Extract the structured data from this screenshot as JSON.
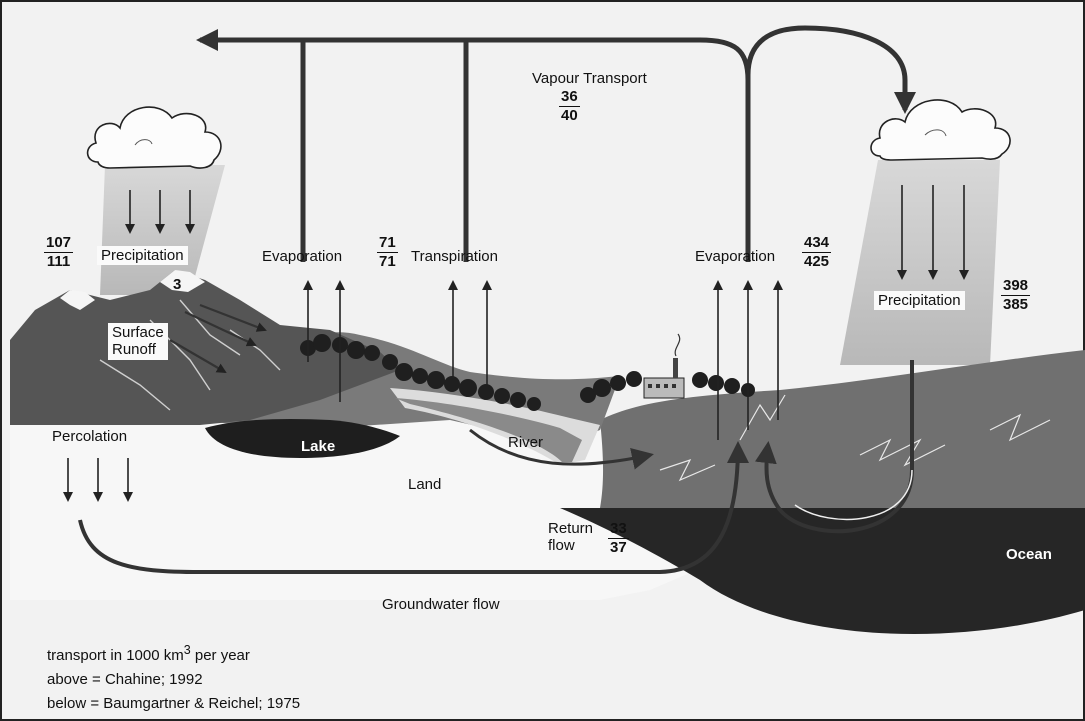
{
  "labels": {
    "vapour_transport": "Vapour Transport",
    "precipitation_land": "Precipitation",
    "evaporation_land": "Evaporation",
    "transpiration": "Transpiration",
    "evaporation_ocean": "Evaporation",
    "precipitation_ocean": "Precipitation",
    "surface_runoff_line1": "Surface",
    "surface_runoff_line2": "Runoff",
    "surface_runoff_value": "3",
    "lake": "Lake",
    "river": "River",
    "land": "Land",
    "percolation": "Percolation",
    "return_flow_line1": "Return",
    "return_flow_line2": "flow",
    "groundwater_flow": "Groundwater flow",
    "ocean": "Ocean"
  },
  "fluxes": {
    "vapour_transport": {
      "above": "36",
      "below": "40"
    },
    "precipitation_land": {
      "above": "107",
      "below": "111"
    },
    "evaporation_transpiration_land": {
      "above": "71",
      "below": "71"
    },
    "evaporation_ocean": {
      "above": "434",
      "below": "425"
    },
    "precipitation_ocean": {
      "above": "398",
      "below": "385"
    },
    "return_flow": {
      "above": "33",
      "below": "37"
    }
  },
  "legend": {
    "units_prefix": "transport in 1000 km",
    "units_exponent": "3",
    "units_suffix": " per year",
    "above": "above = Chahine; 1992",
    "below": "below = Baumgartner & Reichel; 1975"
  },
  "colors": {
    "background": "#f2f2f2",
    "ocean_surface": "#6e6e6e",
    "deep_ocean": "#2a2a2a",
    "mountains": "#5a5a5a",
    "rain_shaft": "#c4c4c4",
    "arrows": "#3a3a3a"
  }
}
